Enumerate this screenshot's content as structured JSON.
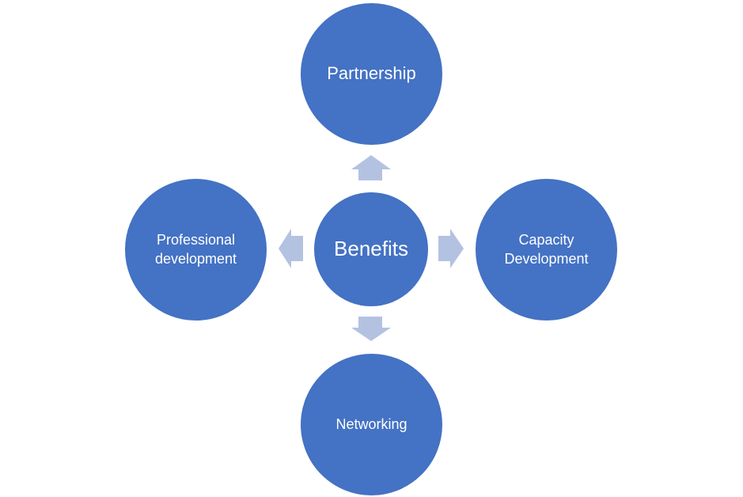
{
  "diagram": {
    "center": {
      "label": "Benefits"
    },
    "nodes": {
      "top": {
        "label": "Partnership"
      },
      "right": {
        "label": "Capacity Development"
      },
      "bottom": {
        "label": "Networking"
      },
      "left": {
        "label": "Professional development"
      }
    },
    "colors": {
      "node_fill": "#4472c4",
      "arrow_fill": "#b4c2e2",
      "text": "#ffffff"
    }
  }
}
